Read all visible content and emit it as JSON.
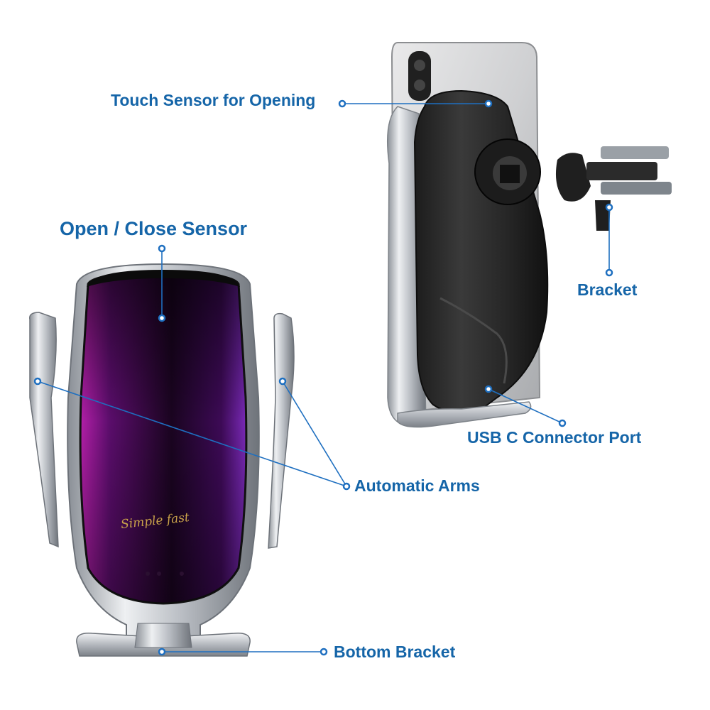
{
  "colors": {
    "callout_text": "#1565a8",
    "leader_line": "#1e6fc0",
    "brand_gold": "#c9a24a",
    "silver": "#c8ccd2",
    "black_shell": "#2a2a2a",
    "purple_glass": "#4a0b52"
  },
  "callouts": {
    "open_close_sensor": "Open / Close Sensor",
    "touch_sensor": "Touch Sensor for Opening",
    "bracket": "Bracket",
    "usb_port": "USB C Connector Port",
    "automatic_arms": "Automatic Arms",
    "bottom_bracket": "Bottom Bracket"
  },
  "product": {
    "brand_logo": "Simple fast"
  }
}
